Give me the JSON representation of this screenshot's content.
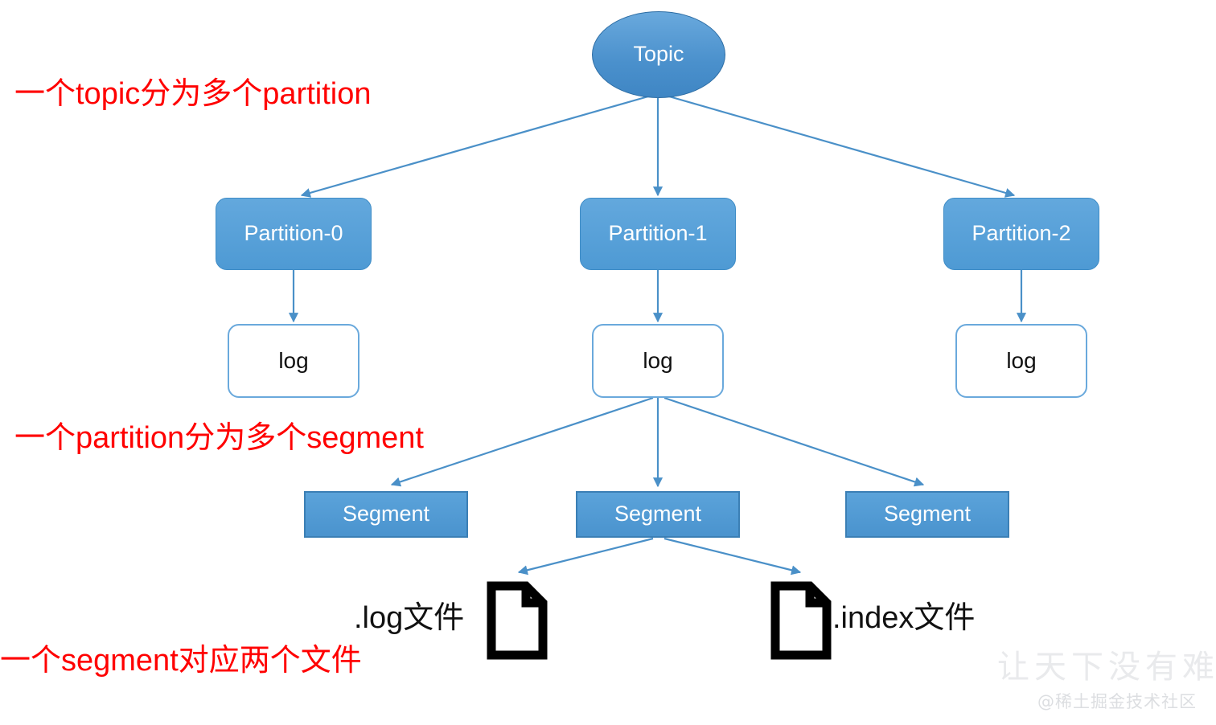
{
  "diagram": {
    "title_concept": "Kafka topic / partition / segment storage hierarchy",
    "colors": {
      "node_fill_blue": "#4E97D2",
      "node_border_blue": "#3b7fb5",
      "node_text_white": "#ffffff",
      "log_box_fill": "#ffffff",
      "log_box_border": "#6aa9dc",
      "edge_blue": "#4a90c8",
      "annotation_red": "#FF0000",
      "file_icon_black": "#000000",
      "watermark_gray": "#e9eaec"
    },
    "nodes": {
      "topic": {
        "label": "Topic"
      },
      "partitions": [
        {
          "label": "Partition-0"
        },
        {
          "label": "Partition-1"
        },
        {
          "label": "Partition-2"
        }
      ],
      "logs": [
        {
          "label": "log"
        },
        {
          "label": "log"
        },
        {
          "label": "log"
        }
      ],
      "segments": [
        {
          "label": "Segment"
        },
        {
          "label": "Segment"
        },
        {
          "label": "Segment"
        }
      ],
      "files": [
        {
          "label": ".log文件",
          "icon": "file-icon"
        },
        {
          "label": ".index文件",
          "icon": "file-icon"
        }
      ]
    },
    "annotations": [
      {
        "text": "一个topic分为多个partition"
      },
      {
        "text": "一个partition分为多个segment"
      },
      {
        "text": "一个segment对应两个文件"
      }
    ],
    "watermark": {
      "brush_text": "让天下没有难学的",
      "credit_text": "@稀土掘金技术社区"
    }
  }
}
